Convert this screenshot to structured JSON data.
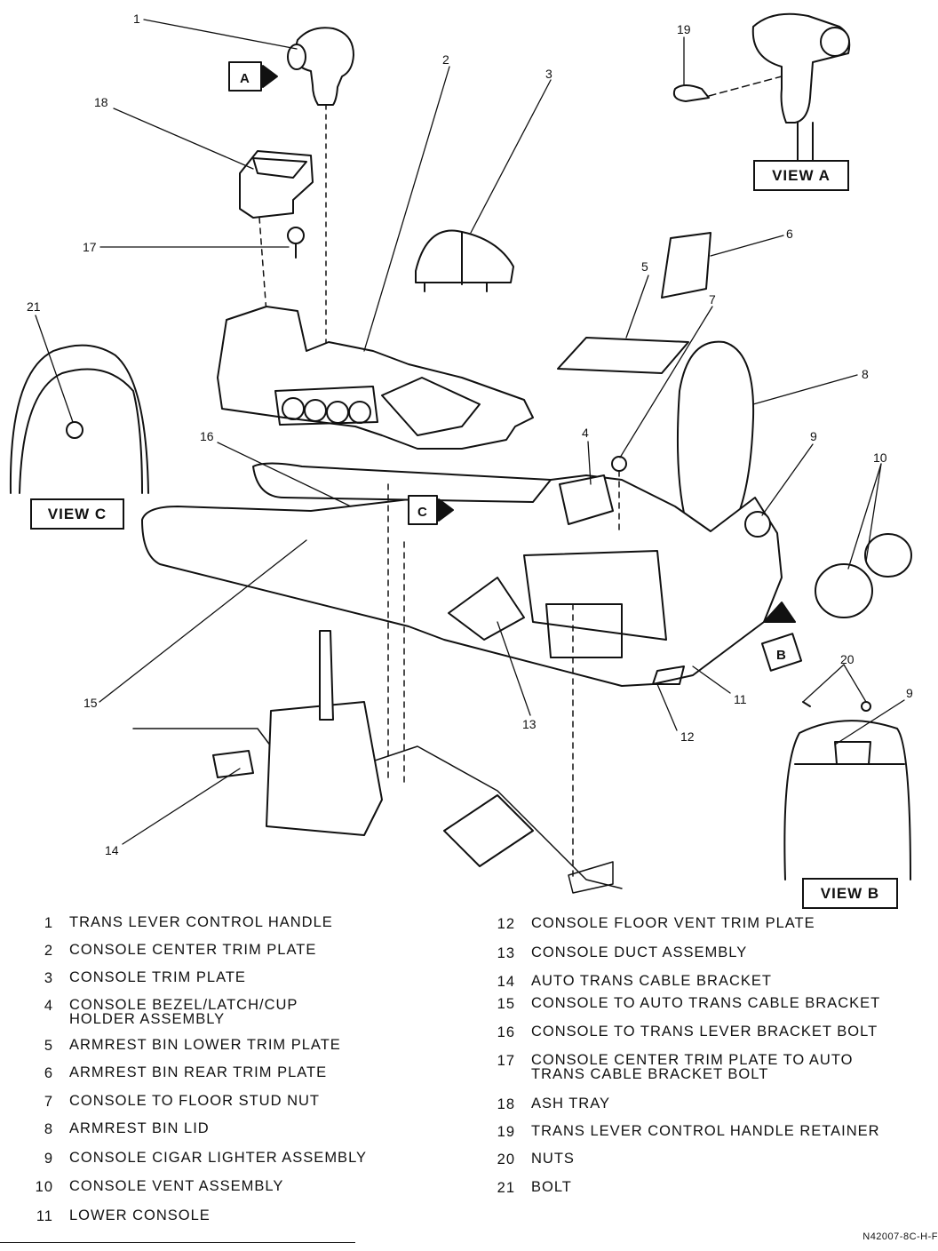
{
  "callouts": [
    "1",
    "2",
    "3",
    "4",
    "5",
    "6",
    "7",
    "8",
    "9",
    "10",
    "11",
    "12",
    "13",
    "14",
    "15",
    "16",
    "17",
    "18",
    "19",
    "20",
    "21",
    "9"
  ],
  "views": {
    "a": "VIEW A",
    "b": "VIEW B",
    "c": "VIEW C"
  },
  "arrows": {
    "a": "A",
    "b": "B",
    "c": "C"
  },
  "legend_left": [
    {
      "num": "1",
      "text": "TRANS LEVER CONTROL HANDLE"
    },
    {
      "num": "2",
      "text": "CONSOLE CENTER TRIM PLATE"
    },
    {
      "num": "3",
      "text": "CONSOLE TRIM PLATE"
    },
    {
      "num": "4",
      "text": "CONSOLE BEZEL/LATCH/CUP\nHOLDER ASSEMBLY"
    },
    {
      "num": "5",
      "text": "ARMREST BIN LOWER TRIM PLATE"
    },
    {
      "num": "6",
      "text": "ARMREST BIN REAR TRIM PLATE"
    },
    {
      "num": "7",
      "text": "CONSOLE TO FLOOR STUD NUT"
    },
    {
      "num": "8",
      "text": "ARMREST BIN LID"
    },
    {
      "num": "9",
      "text": "CONSOLE CIGAR LIGHTER ASSEMBLY"
    },
    {
      "num": "10",
      "text": "CONSOLE VENT ASSEMBLY"
    },
    {
      "num": "11",
      "text": "LOWER CONSOLE"
    }
  ],
  "legend_right": [
    {
      "num": "12",
      "text": "CONSOLE FLOOR VENT TRIM PLATE"
    },
    {
      "num": "13",
      "text": "CONSOLE DUCT ASSEMBLY"
    },
    {
      "num": "14",
      "text": "AUTO TRANS  CABLE BRACKET"
    },
    {
      "num": "15",
      "text": "CONSOLE TO AUTO TRANS CABLE BRACKET"
    },
    {
      "num": "16",
      "text": "CONSOLE TO TRANS LEVER BRACKET BOLT"
    },
    {
      "num": "17",
      "text": "CONSOLE CENTER TRIM PLATE TO AUTO\nTRANS CABLE BRACKET BOLT"
    },
    {
      "num": "18",
      "text": "ASH TRAY"
    },
    {
      "num": "19",
      "text": "TRANS LEVER CONTROL HANDLE RETAINER"
    },
    {
      "num": "20",
      "text": "NUTS"
    },
    {
      "num": "21",
      "text": "BOLT"
    }
  ],
  "figure_id": "N42007-8C-H-F"
}
